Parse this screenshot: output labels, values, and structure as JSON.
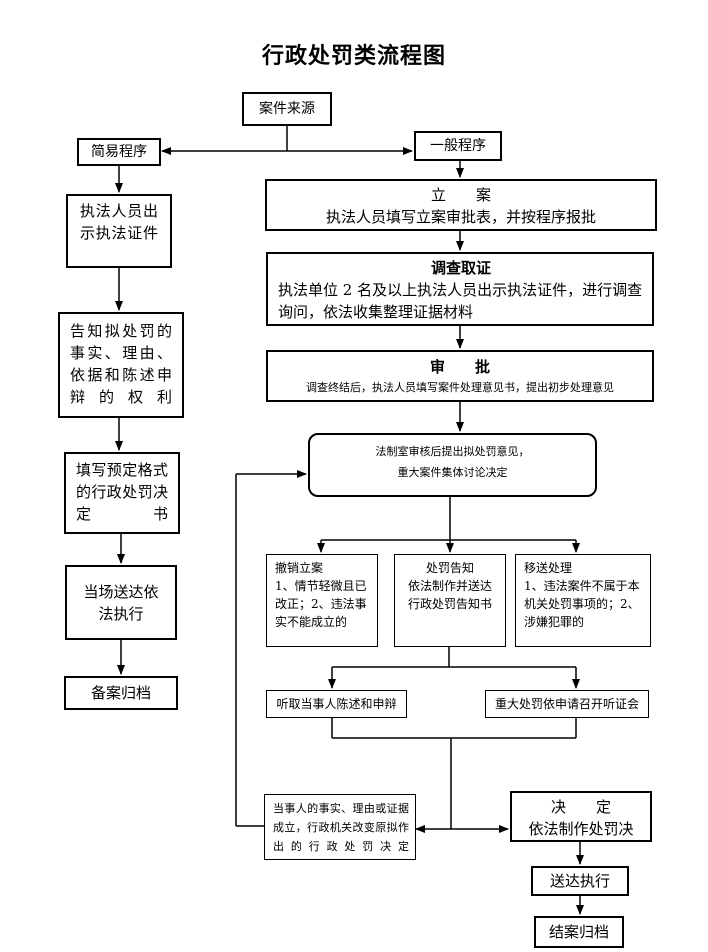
{
  "title": "行政处罚类流程图",
  "nodes": {
    "case_source": "案件来源",
    "simple_procedure": "简易程序",
    "general_procedure": "一般程序",
    "simple_steps": {
      "show_cert": "执法人员出示执法证件",
      "inform_rights": "告知拟处罚的事实、理由、依据和陈述申辩的权利",
      "fill_decision": "填写预定格式的行政处罚决定书",
      "deliver": "当场送达依法执行",
      "archive": "备案归档"
    },
    "filing": {
      "title": "立　　案",
      "desc": "执法人员填写立案审批表，并按程序报批"
    },
    "investigation": {
      "title": "调查取证",
      "desc": "执法单位 2 名及以上执法人员出示执法证件，进行调查询问，依法收集整理证据材料"
    },
    "approval": {
      "title": "审　　批",
      "desc": "调查终结后，执法人员填写案件处理意见书，提出初步处理意见"
    },
    "legal_review": {
      "line1": "法制室审核后提出拟处罚意见，",
      "line2": "重大案件集体讨论决定"
    },
    "revoke": {
      "title": "撤销立案",
      "desc": "1、情节轻微且已改正；2、违法事实不能成立的"
    },
    "notice": {
      "title": "处罚告知",
      "desc": "依法制作并送达行政处罚告知书"
    },
    "transfer": {
      "title": "移送处理",
      "desc": "1、违法案件不属于本机关处罚事项的；2、涉嫌犯罪的"
    },
    "hear_statement": "听取当事人陈述和申辩",
    "hearing_request": "重大处罚依申请召开听证会",
    "change_decision": "当事人的事实、理由或证据成立，行政机关改变原拟作出的行政处罚决定",
    "decision": {
      "title": "决　　定",
      "desc": "依法制作处罚决"
    },
    "deliver_execute": "送达执行",
    "close_archive": "结案归档"
  }
}
